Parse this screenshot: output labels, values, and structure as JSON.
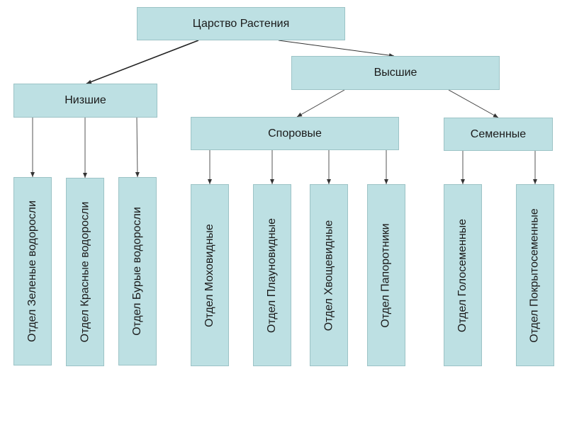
{
  "diagram": {
    "root": {
      "label": "Царство Растения"
    },
    "lower": {
      "label": "Низшие"
    },
    "higher": {
      "label": "Высшие"
    },
    "spore": {
      "label": "Споровые"
    },
    "seed": {
      "label": "Семенные"
    },
    "lower_children": [
      {
        "label": "Отдел Зеленые водоросли"
      },
      {
        "label": "Отдел Красные водоросли"
      },
      {
        "label": "Отдел Бурые водоросли"
      }
    ],
    "spore_children": [
      {
        "label": "Отдел Моховидные"
      },
      {
        "label": "Отдел Плауновидные"
      },
      {
        "label": "Отдел Хвощевидные"
      },
      {
        "label": "Отдел Папоротники"
      }
    ],
    "seed_children": [
      {
        "label": "Отдел Голосеменные"
      },
      {
        "label": "Отдел Покрытосеменные"
      }
    ]
  }
}
